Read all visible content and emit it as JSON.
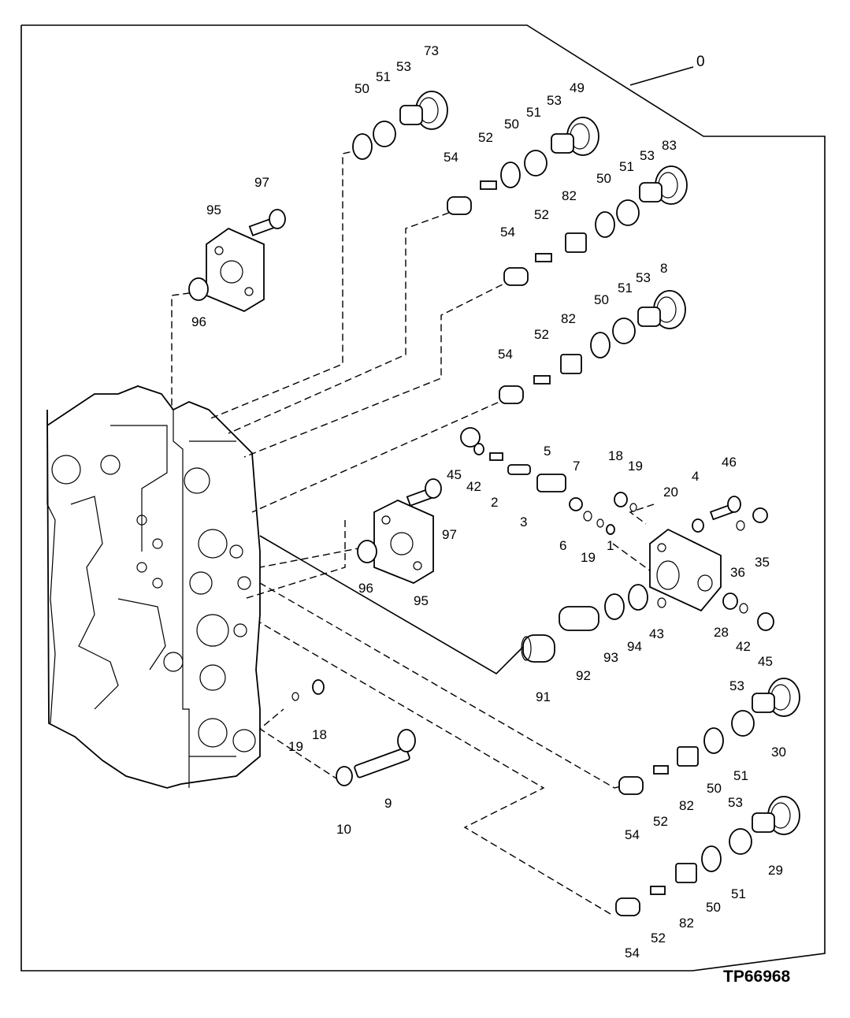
{
  "drawing": {
    "code": "TP66968",
    "assembly_label": "0"
  },
  "labels": [
    "50",
    "51",
    "53",
    "73",
    "50",
    "51",
    "53",
    "49",
    "52",
    "54",
    "50",
    "51",
    "53",
    "83",
    "97",
    "95",
    "96",
    "54",
    "52",
    "82",
    "50",
    "51",
    "53",
    "8",
    "82",
    "52",
    "54",
    "45",
    "42",
    "2",
    "3",
    "5",
    "7",
    "18",
    "19",
    "46",
    "4",
    "20",
    "6",
    "19",
    "1",
    "35",
    "36",
    "97",
    "96",
    "95",
    "93",
    "94",
    "43",
    "28",
    "42",
    "45",
    "91",
    "92",
    "53",
    "30",
    "19",
    "18",
    "82",
    "50",
    "51",
    "9",
    "10",
    "54",
    "52",
    "53",
    "29",
    "82",
    "50",
    "51",
    "54",
    "52"
  ]
}
